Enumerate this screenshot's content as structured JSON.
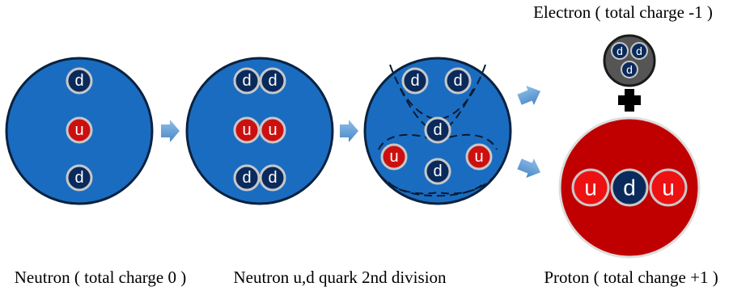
{
  "labels": {
    "neutron": "Neutron ( total charge 0 )",
    "division": "Neutron u,d quark 2nd division",
    "proton": "Proton ( total change +1 )",
    "electron": "Electron ( total charge -1 )"
  },
  "quarks": {
    "down": "d",
    "up": "u"
  },
  "colors": {
    "neutron_fill": "#1a6cc0",
    "neutron_stroke": "#0a2240",
    "proton_fill": "#c00000",
    "electron_fill": "#555555",
    "down_quark": "#0a2a5c",
    "up_quark": "#cc1010",
    "arrow": "#5b9bd5"
  }
}
